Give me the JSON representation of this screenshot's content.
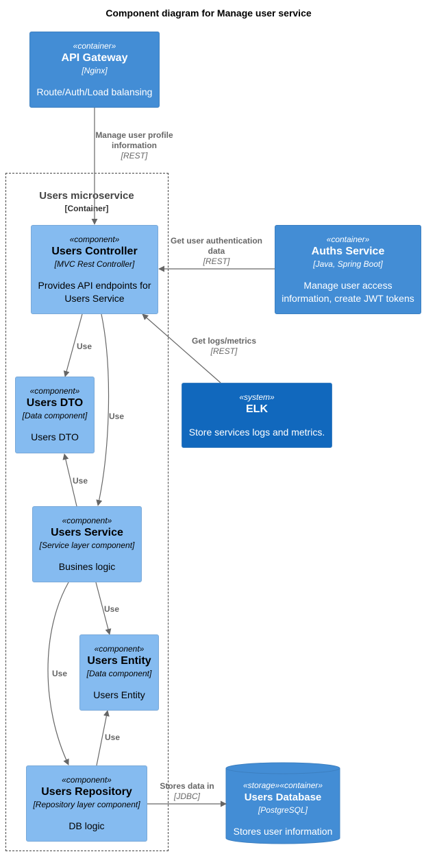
{
  "title": "Component diagram for Manage user service",
  "boundary": {
    "name": "Users microservice",
    "type": "[Container]"
  },
  "nodes": {
    "gateway": {
      "stereotype": "«container»",
      "name": "API Gateway",
      "tech": "[Nginx]",
      "desc": "Route/Auth/Load balansing"
    },
    "controller": {
      "stereotype": "«component»",
      "name": "Users Controller",
      "tech": "[MVC Rest Controller]",
      "desc": "Provides API endpoints for Users Service"
    },
    "auths": {
      "stereotype": "«container»",
      "name": "Auths Service",
      "tech": "[Java, Spring Boot]",
      "desc": "Manage user access information, create JWT tokens"
    },
    "elk": {
      "stereotype": "«system»",
      "name": "ELK",
      "tech": "",
      "desc": "Store services logs and metrics."
    },
    "dto": {
      "stereotype": "«component»",
      "name": "Users DTO",
      "tech": "[Data component]",
      "desc": "Users DTO"
    },
    "service": {
      "stereotype": "«component»",
      "name": "Users Service",
      "tech": "[Service layer component]",
      "desc": "Busines logic"
    },
    "entity": {
      "stereotype": "«component»",
      "name": "Users Entity",
      "tech": "[Data component]",
      "desc": "Users Entity"
    },
    "repository": {
      "stereotype": "«component»",
      "name": "Users Repository",
      "tech": "[Repository layer component]",
      "desc": "DB logic"
    },
    "database": {
      "stereotype": "«storage»«container»",
      "name": "Users Database",
      "tech": "[PostgreSQL]",
      "desc": "Stores user information"
    }
  },
  "edges": {
    "gw_ctrl": {
      "label": "Manage user profile information",
      "tech": "[REST]"
    },
    "auth_ctrl": {
      "label": "Get user authentication data",
      "tech": "[REST]"
    },
    "elk_ctrl": {
      "label": "Get logs/metrics",
      "tech": "[REST]"
    },
    "ctrl_dto": {
      "label": "Use"
    },
    "ctrl_svc": {
      "label": "Use"
    },
    "svc_dto": {
      "label": "Use"
    },
    "svc_entity": {
      "label": "Use"
    },
    "svc_repo": {
      "label": "Use"
    },
    "repo_entity": {
      "label": "Use"
    },
    "repo_db": {
      "label": "Stores data in",
      "tech": "[JDBC]"
    }
  }
}
